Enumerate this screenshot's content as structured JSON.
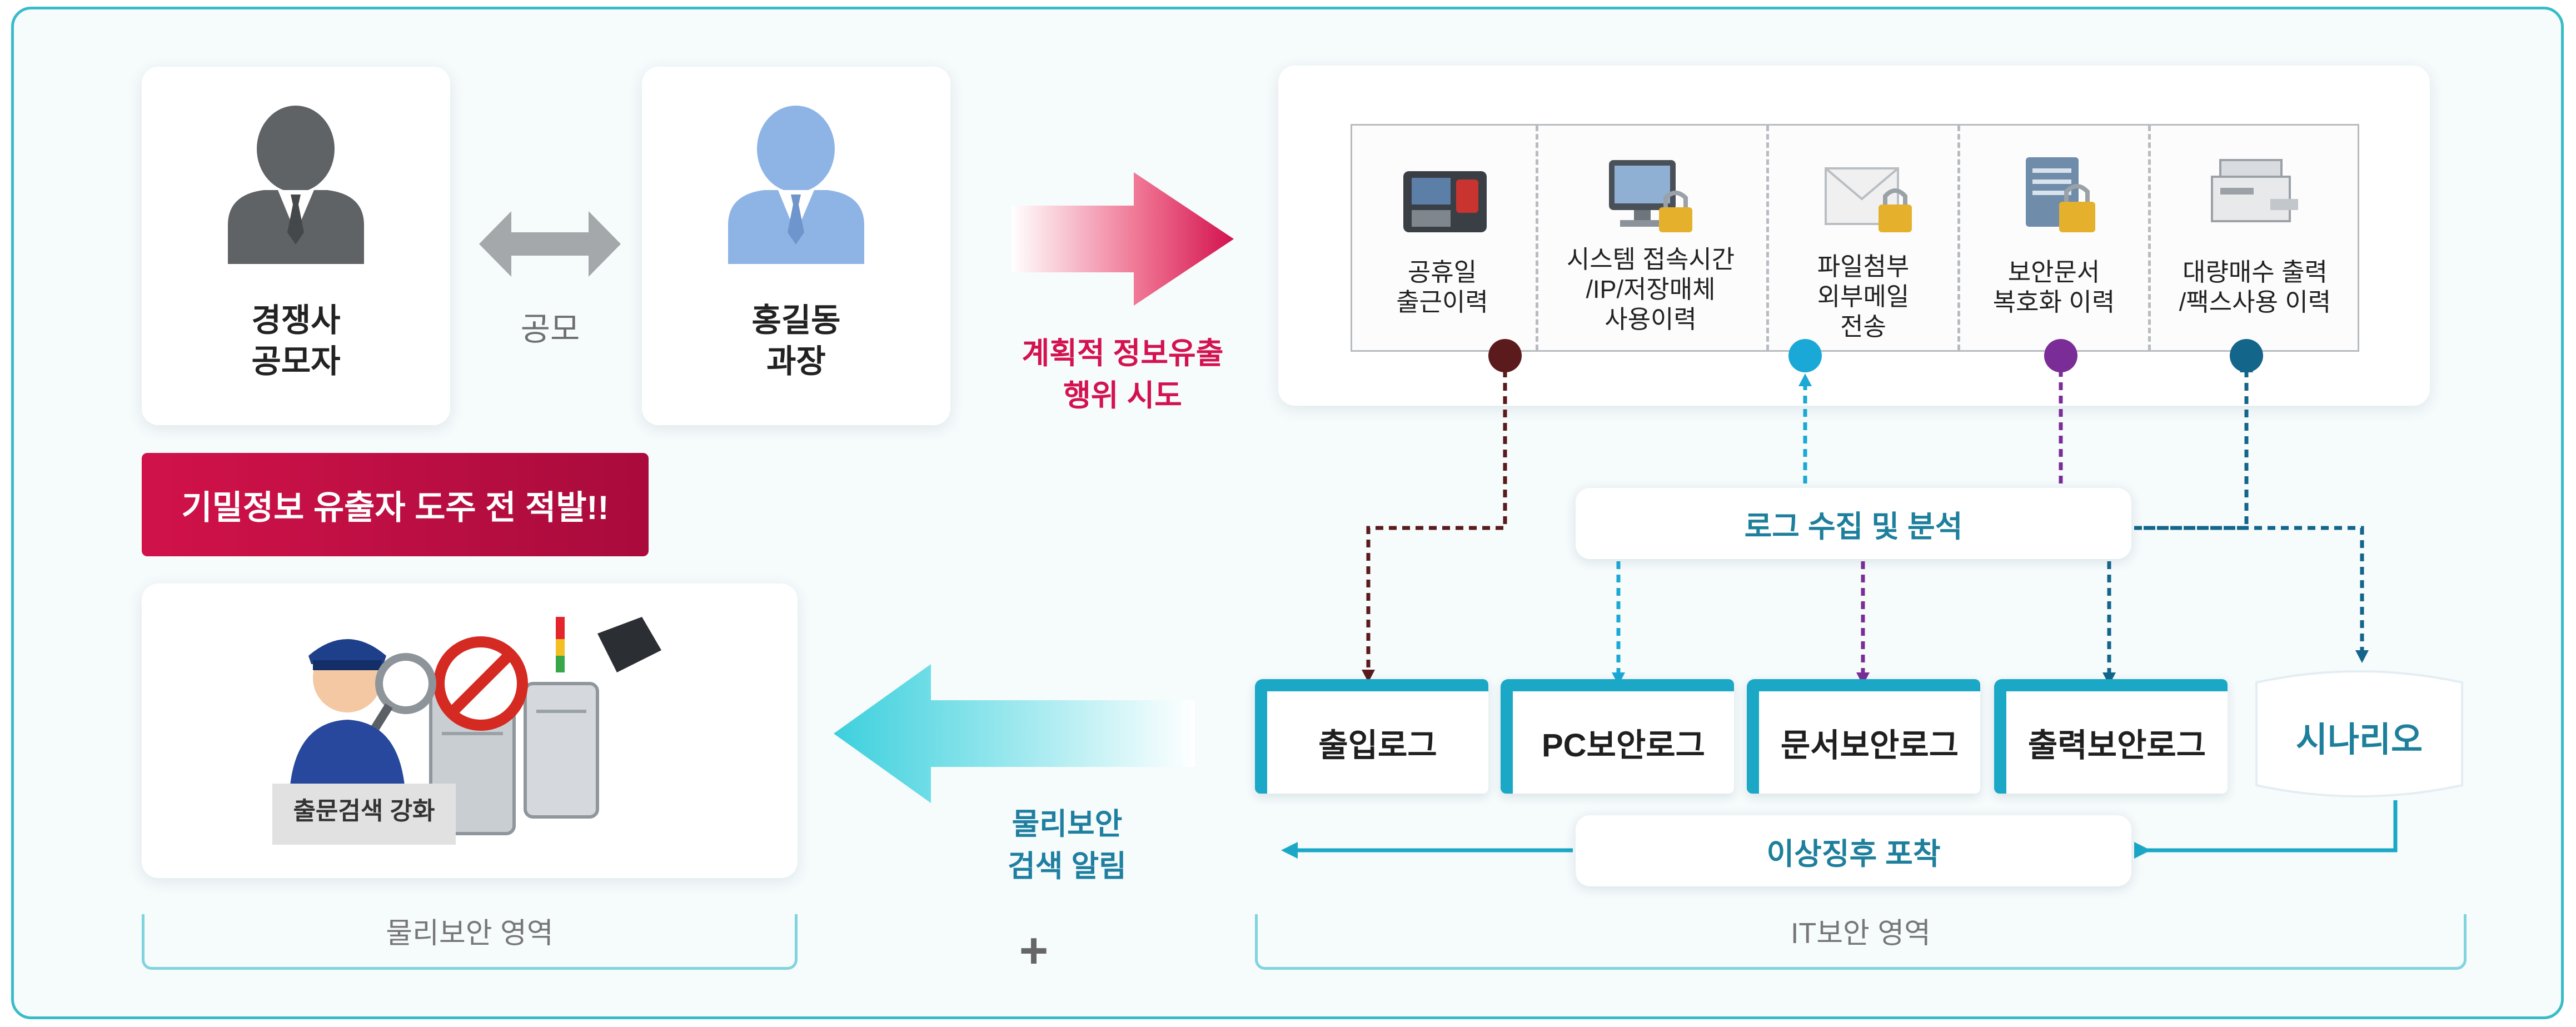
{
  "people": {
    "competitor": {
      "line1": "경쟁사",
      "line2": "공모자"
    },
    "relation": "공모",
    "employee": {
      "line1": "홍길동",
      "line2": "과장"
    }
  },
  "alert_banner": "기밀정보 유출자 도주 전 적발!!",
  "leak_attempt": {
    "line1": "계획적 정보유출",
    "line2": "행위 시도"
  },
  "physical_notice": {
    "line1": "물리보안",
    "line2": "검색 알림"
  },
  "physical_image_caption": "출문검색 강화",
  "sources": [
    {
      "lines": [
        "공휴일",
        "출근이력"
      ],
      "icon": "attendance-terminal-icon",
      "color": "#5b1a1c"
    },
    {
      "lines": [
        "시스템 접속시간",
        "/IP/저장매체",
        "사용이력"
      ],
      "icon": "locked-computer-icon",
      "color": "#1aa8d6"
    },
    {
      "lines": [
        "파일첨부",
        "외부메일",
        "전송"
      ],
      "icon": "locked-mail-icon",
      "color": ""
    },
    {
      "lines": [
        "보안문서",
        "복호화 이력"
      ],
      "icon": "locked-document-icon",
      "color": "#7a2d96"
    },
    {
      "lines": [
        "대량매수 출력",
        "/팩스사용 이력"
      ],
      "icon": "copier-icon",
      "color": "#13658a"
    }
  ],
  "log_collect": "로그 수집 및 분석",
  "logs": [
    "출입로그",
    "PC보안로그",
    "문서보안로그",
    "출력보안로그"
  ],
  "scenario": "시나리오",
  "anomaly": "이상징후 포착",
  "sections": {
    "physical": "물리보안 영역",
    "it": "IT보안 영역"
  },
  "plus": "+",
  "colors": {
    "red": "#d3124f",
    "teal": "#1aa8c6",
    "frame": "#38bcc9",
    "purple": "#7a2d96"
  }
}
